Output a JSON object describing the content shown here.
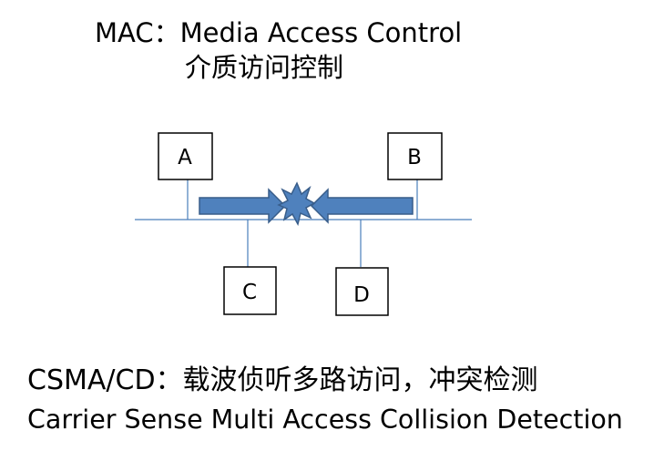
{
  "title": {
    "line1": "MAC：Media Access Control",
    "line2": "介质访问控制"
  },
  "nodes": {
    "a": "A",
    "b": "B",
    "c": "C",
    "d": "D"
  },
  "footer": {
    "line1": "CSMA/CD：载波侦听多路访问，冲突检测",
    "line2": "Carrier Sense Multi Access Collision Detection"
  },
  "colors": {
    "bus": "#4a7ebb",
    "arrow_fill": "#4f81bd",
    "arrow_stroke": "#385d8a",
    "box_stroke": "#000000"
  },
  "icons": {
    "collision": "collision-burst-icon",
    "left_arrow": "arrow-right-icon",
    "right_arrow": "arrow-left-icon"
  }
}
